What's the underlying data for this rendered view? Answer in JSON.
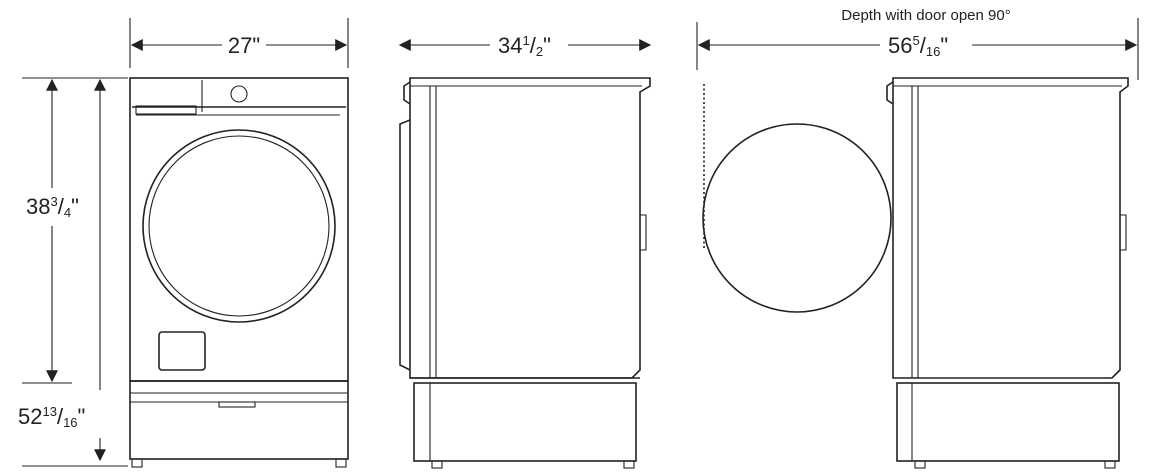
{
  "caption": "Depth with door open 90°",
  "dimensions": {
    "width": {
      "whole": "27",
      "unit": "\""
    },
    "depth": {
      "whole": "34",
      "num": "1",
      "den": "2",
      "unit": "\""
    },
    "depth_door_open": {
      "whole": "56",
      "num": "5",
      "den": "16",
      "unit": "\""
    },
    "height": {
      "whole": "38",
      "num": "3",
      "den": "4",
      "unit": "\""
    },
    "height_with_pedestal": {
      "whole": "52",
      "num": "13",
      "den": "16",
      "unit": "\""
    }
  }
}
